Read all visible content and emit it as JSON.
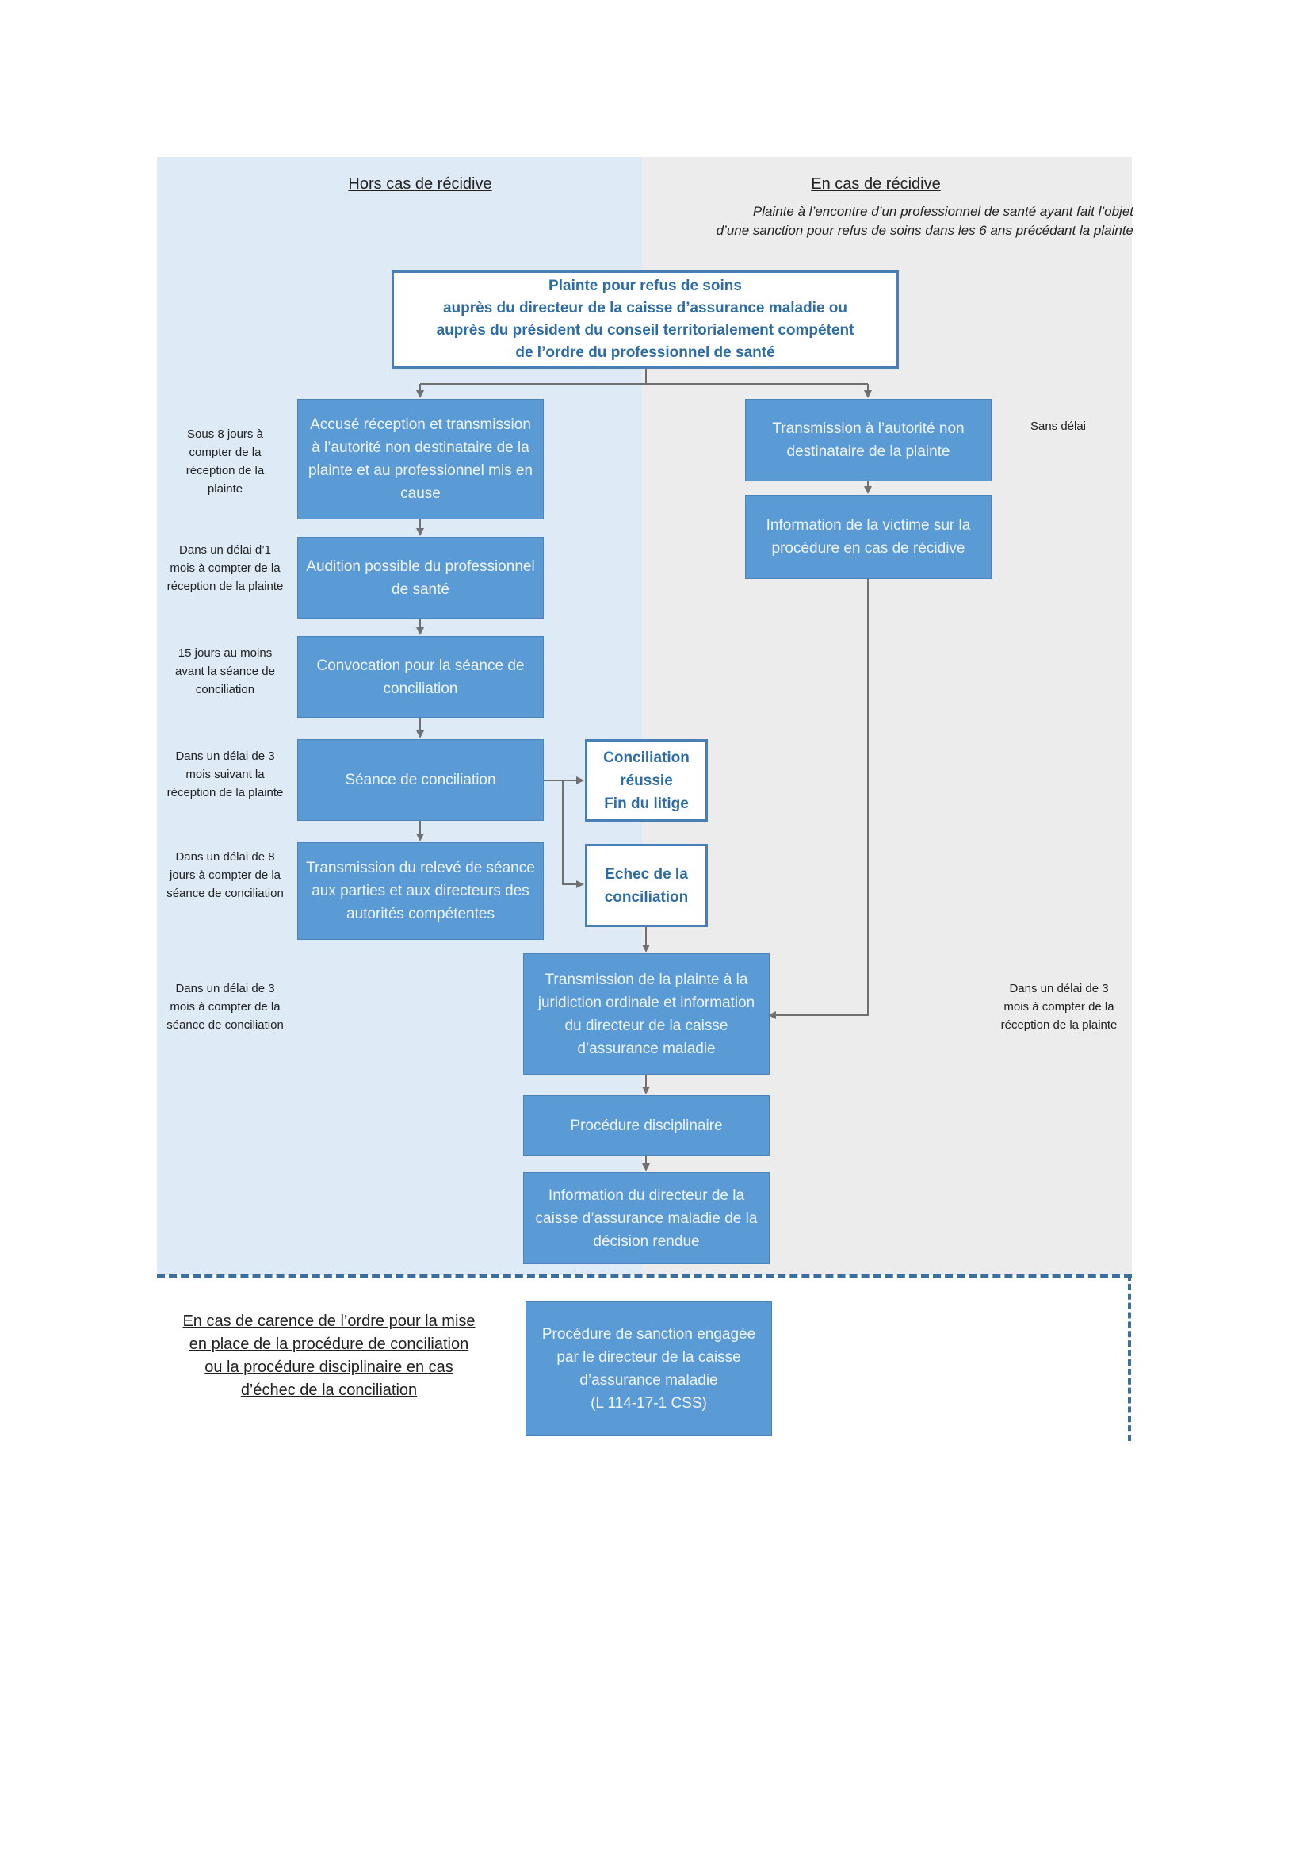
{
  "headers": {
    "left_title": "Hors cas de récidive",
    "right_title": "En cas de récidive",
    "right_subtitle_line1": "Plainte à l’encontre d’un professionnel de santé ayant fait l’objet",
    "right_subtitle_line2": "d’une sanction pour refus de soins dans les 6 ans précédant la plainte"
  },
  "top_box": {
    "line1": "Plainte pour refus de soins",
    "line2": "auprès du directeur de la caisse d’assurance maladie ou",
    "line3": "auprès du président du conseil territorialement compétent",
    "line4": "de l’ordre du professionnel de santé"
  },
  "left_steps": {
    "accuse": "Accusé réception et transmission à l’autorité non destinataire de la plainte et au professionnel mis en cause",
    "audition": "Audition possible du professionnel de santé",
    "convocation": "Convocation pour la séance de conciliation",
    "seance": "Séance de conciliation",
    "transmission_releve": "Transmission du relevé de séance aux parties et aux directeurs des autorités compétentes"
  },
  "outcomes": {
    "reussie_line1": "Conciliation",
    "reussie_line2": "réussie",
    "reussie_line3": "Fin du litige",
    "echec": "Echec de la conciliation"
  },
  "right_steps": {
    "transmission_autorite": "Transmission à l’autorité non destinataire de la plainte",
    "information_victime": "Information de la victime sur la procédure en cas de récidive"
  },
  "center_steps": {
    "transmission_plainte": "Transmission de la plainte à la juridiction ordinale et information du directeur de la caisse d’assurance maladie",
    "procedure_disciplinaire": "Procédure disciplinaire",
    "information_directeur": "Information du directeur de la caisse d’assurance maladie de la décision rendue"
  },
  "left_notes": {
    "n1": "Sous 8 jours à compter de la réception de la plainte",
    "n2": "Dans un délai d’1 mois à compter de la réception de la plainte",
    "n3": "15 jours au moins avant la séance de conciliation",
    "n4": "Dans un délai de 3 mois suivant la réception de la plainte",
    "n5": "Dans un délai de 8 jours à compter de la séance de conciliation",
    "n6": "Dans un délai de 3 mois à compter de la séance de conciliation"
  },
  "right_notes": {
    "sans_delai": "Sans délai",
    "n_reception": "Dans un délai de 3 mois à compter de la réception de la plainte"
  },
  "bottom": {
    "carence_line1": "En cas de carence de l’ordre pour la mise",
    "carence_line2": "en place de la procédure de conciliation",
    "carence_line3": "ou la procédure disciplinaire en cas",
    "carence_line4": "d’échec de la conciliation",
    "sanction": "Procédure de sanction engagée par le directeur de la caisse d’assurance maladie",
    "sanction_ref": "(L 114-17-1 CSS)"
  },
  "colors": {
    "box_fill": "#5b9bd5",
    "left_bg": "#deeaf5",
    "right_bg": "#ececec",
    "outline_text": "#2e6da4"
  }
}
